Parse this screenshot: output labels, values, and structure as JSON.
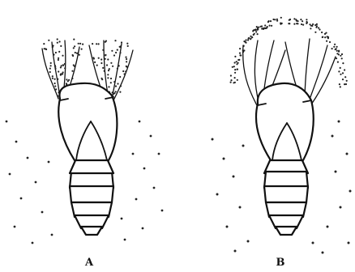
{
  "figure": {
    "panels": [
      {
        "id": "A",
        "label": "A"
      },
      {
        "id": "B",
        "label": "B"
      }
    ]
  },
  "colors": {
    "ink": "#111111",
    "background": "#ffffff"
  }
}
